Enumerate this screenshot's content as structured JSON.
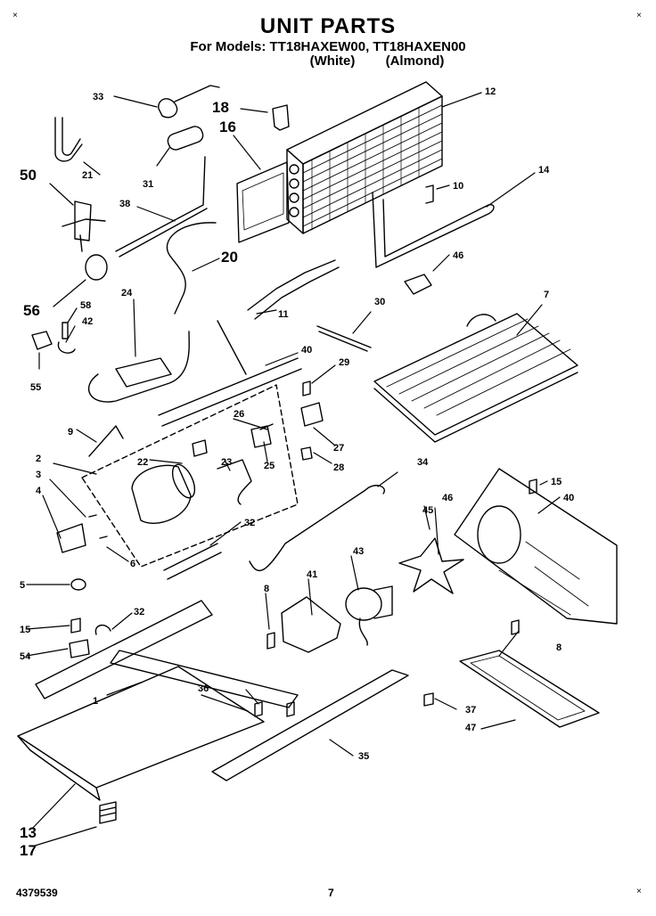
{
  "header": {
    "title": "UNIT PARTS",
    "models_prefix": "For Models:",
    "model_1": "TT18HAXEW00,",
    "model_2": "TT18HAXEN00",
    "color_1": "(White)",
    "color_2": "(Almond)"
  },
  "footer": {
    "part_code": "4379539",
    "page_number": "7"
  },
  "corner_marks": {
    "glyph": "×"
  },
  "callouts": [
    "33",
    "18",
    "12",
    "16",
    "21",
    "31",
    "50",
    "38",
    "10",
    "14",
    "20",
    "46",
    "56",
    "58",
    "42",
    "24",
    "11",
    "30",
    "7",
    "55",
    "40",
    "29",
    "9",
    "26",
    "22",
    "2",
    "27",
    "28",
    "3",
    "4",
    "23",
    "25",
    "34",
    "15",
    "46",
    "45",
    "40",
    "32",
    "6",
    "43",
    "41",
    "5",
    "8",
    "15",
    "32",
    "54",
    "8",
    "36",
    "37",
    "47",
    "1",
    "35",
    "13",
    "17"
  ]
}
